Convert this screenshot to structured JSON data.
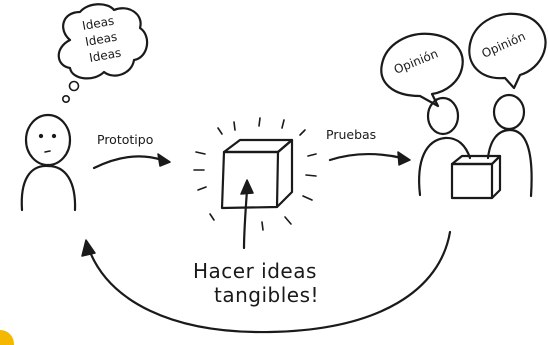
{
  "diagram": {
    "thought_bubble": {
      "lines": [
        "Ideas",
        "Ideas",
        "Ideas"
      ]
    },
    "speech_bubbles": [
      {
        "label": "Opinión"
      },
      {
        "label": "Opinión"
      }
    ],
    "arrows": {
      "prototype_label": "Prototipo",
      "testing_label": "Pruebas"
    },
    "caption": {
      "line1": "Hacer ideas",
      "line2": "tangibles!"
    }
  },
  "colors": {
    "ink": "#1a1a1a",
    "accent": "#f5b800",
    "background": "#ffffff"
  }
}
